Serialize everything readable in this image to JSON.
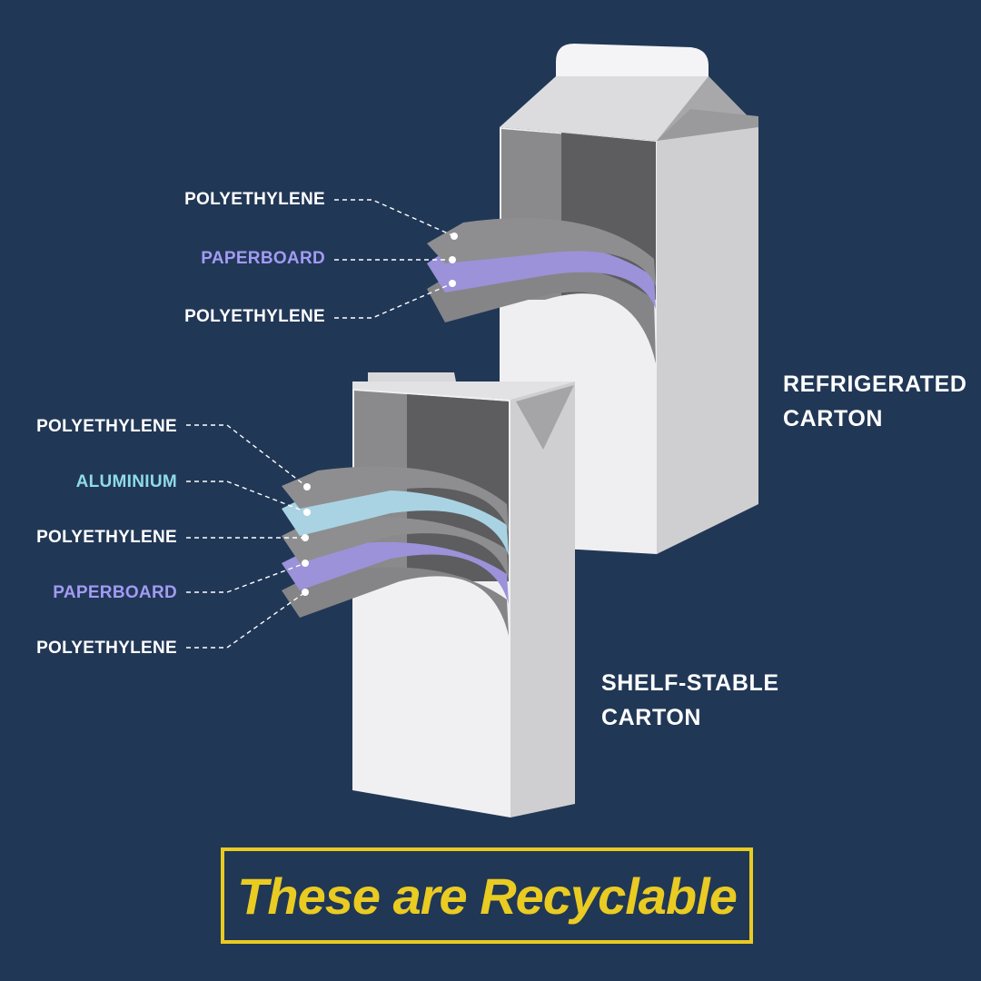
{
  "colors": {
    "background": "#213756",
    "polyethylene": "#ffffff",
    "paperboard": "#a29bf3",
    "aluminium": "#8fdbe8",
    "banner": "#e9cb22"
  },
  "refrigerated": {
    "title_line1": "REFRIGERATED",
    "title_line2": "CARTON",
    "layers": [
      "POLYETHYLENE",
      "PAPERBOARD",
      "POLYETHYLENE"
    ]
  },
  "shelf_stable": {
    "title_line1": "SHELF-STABLE",
    "title_line2": "CARTON",
    "layers": [
      "POLYETHYLENE",
      "ALUMINIUM",
      "POLYETHYLENE",
      "PAPERBOARD",
      "POLYETHYLENE"
    ]
  },
  "banner": {
    "text": "These are Recyclable"
  }
}
